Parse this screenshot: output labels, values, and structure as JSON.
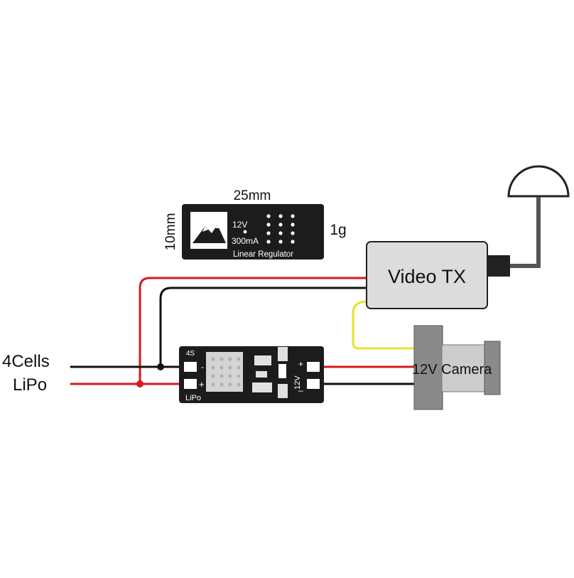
{
  "regulator_card": {
    "width_label": "25mm",
    "height_label": "10mm",
    "weight_label": "1g",
    "voltage_label": "12V",
    "current_label": "300mA",
    "type_label": "Linear Regulator"
  },
  "battery": {
    "line1": "4Cells",
    "line2": "LiPo"
  },
  "module": {
    "input_cells_label": "4S",
    "input_name_label": "LiPo",
    "minus_label": "-",
    "plus_label": "+",
    "output_label": "12V",
    "output_plus_label": "+",
    "output_minus_label": "_"
  },
  "video_tx": {
    "label": "Video TX"
  },
  "camera": {
    "label": "12V Camera"
  },
  "colors": {
    "positive_wire": "#d7191c",
    "negative_wire": "#111111",
    "video_wire": "#e5e52a",
    "pcb": "#1c1c1c",
    "videotx_fill": "#dcdcdc",
    "camera_body": "#8a8a8a"
  }
}
